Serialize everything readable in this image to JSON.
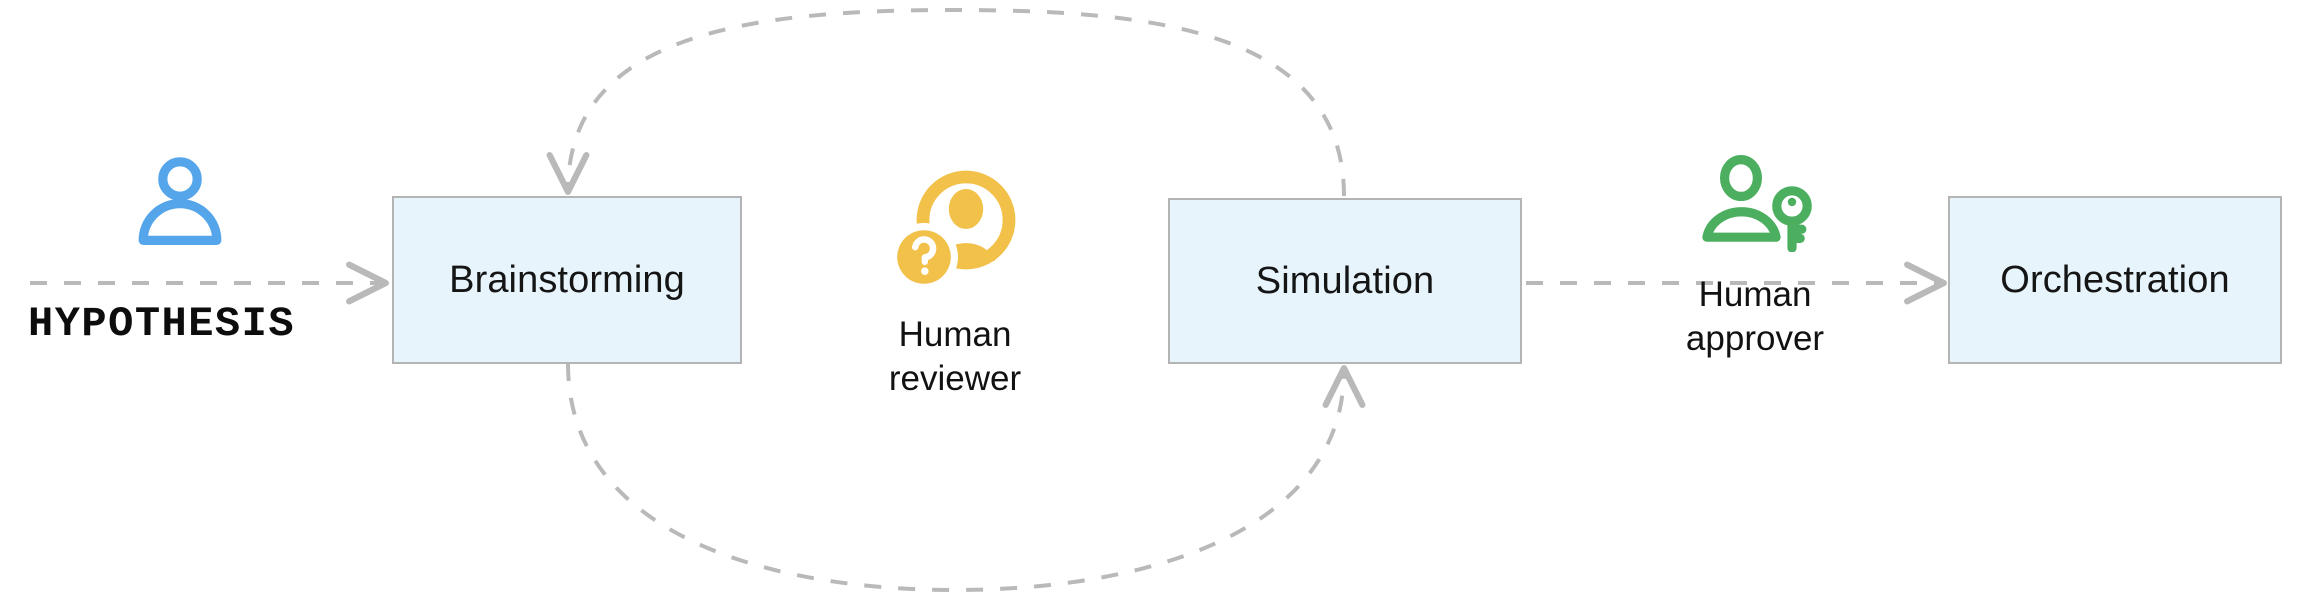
{
  "diagram": {
    "title": "Agentic research workflow with human-in-the-loop",
    "background_color": "#ffffff",
    "node_fill_color": "#e7f4fc",
    "node_border_color": "#b4b4b4",
    "edge_color": "#b9b9b9"
  },
  "source": {
    "label": "HYPOTHESIS"
  },
  "nodes": [
    {
      "id": "brainstorming",
      "label": "Brainstorming"
    },
    {
      "id": "simulation",
      "label": "Simulation"
    },
    {
      "id": "orchestration",
      "label": "Orchestration"
    }
  ],
  "actors": [
    {
      "id": "initiator",
      "icon": "person-icon",
      "caption": "",
      "color": "#55a5eb"
    },
    {
      "id": "reviewer",
      "icon": "person-question-icon",
      "caption": "Human\nreviewer",
      "color": "#f2c14a"
    },
    {
      "id": "approver",
      "icon": "person-key-icon",
      "caption": "Human\napprover",
      "color": "#4caf5f"
    }
  ],
  "edges": [
    {
      "id": "hypothesis-to-brainstorming",
      "from": "HYPOTHESIS",
      "to": "Brainstorming",
      "style": "dashed",
      "arrow": "open",
      "shape": "straight"
    },
    {
      "id": "simulation-to-brainstorming",
      "from": "Simulation",
      "to": "Brainstorming",
      "style": "dashed",
      "arrow": "open",
      "shape": "arc-above"
    },
    {
      "id": "brainstorming-to-simulation",
      "from": "Brainstorming",
      "to": "Simulation",
      "style": "dashed",
      "arrow": "open",
      "shape": "arc-below"
    },
    {
      "id": "simulation-to-orchestration",
      "from": "Simulation",
      "to": "Orchestration",
      "style": "dashed",
      "arrow": "open",
      "shape": "straight"
    }
  ]
}
